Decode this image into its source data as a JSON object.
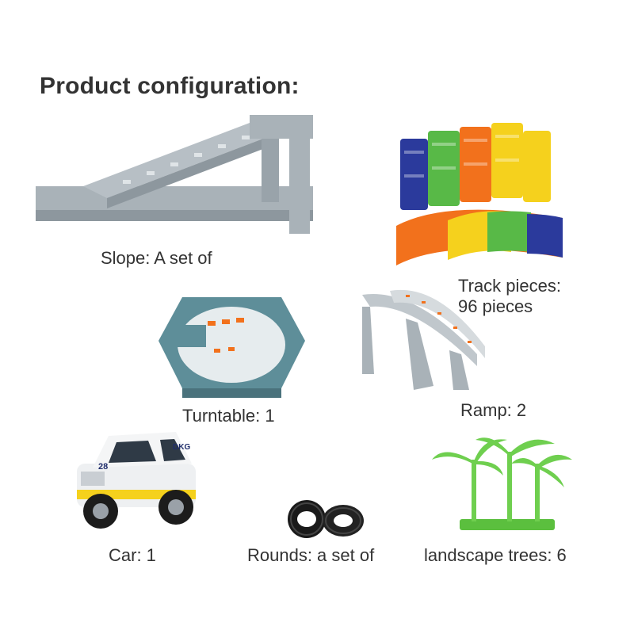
{
  "title": "Product configuration:",
  "items": [
    {
      "label": "Slope: A set of",
      "icon": "slope-ramp-icon"
    },
    {
      "label_line1": "Track pieces:",
      "label_line2": "96 pieces",
      "icon": "track-pieces-icon"
    },
    {
      "label": "Turntable: 1",
      "icon": "turntable-icon"
    },
    {
      "label": "Ramp: 2",
      "icon": "ramp-icon"
    },
    {
      "label": "Car: 1",
      "icon": "car-icon",
      "car_number": "28",
      "car_brand": "DKG"
    },
    {
      "label": "Rounds: a set of",
      "icon": "tires-icon"
    },
    {
      "label": "landscape trees: 6",
      "icon": "palm-tree-icon"
    }
  ],
  "colors": {
    "gray_part": "#a9b2b8",
    "teal_part": "#5e8e99",
    "orange": "#f2711c",
    "yellow": "#f5d11d",
    "green": "#58b947",
    "blue": "#2b3a9c",
    "tree_green": "#6fcf4f"
  }
}
